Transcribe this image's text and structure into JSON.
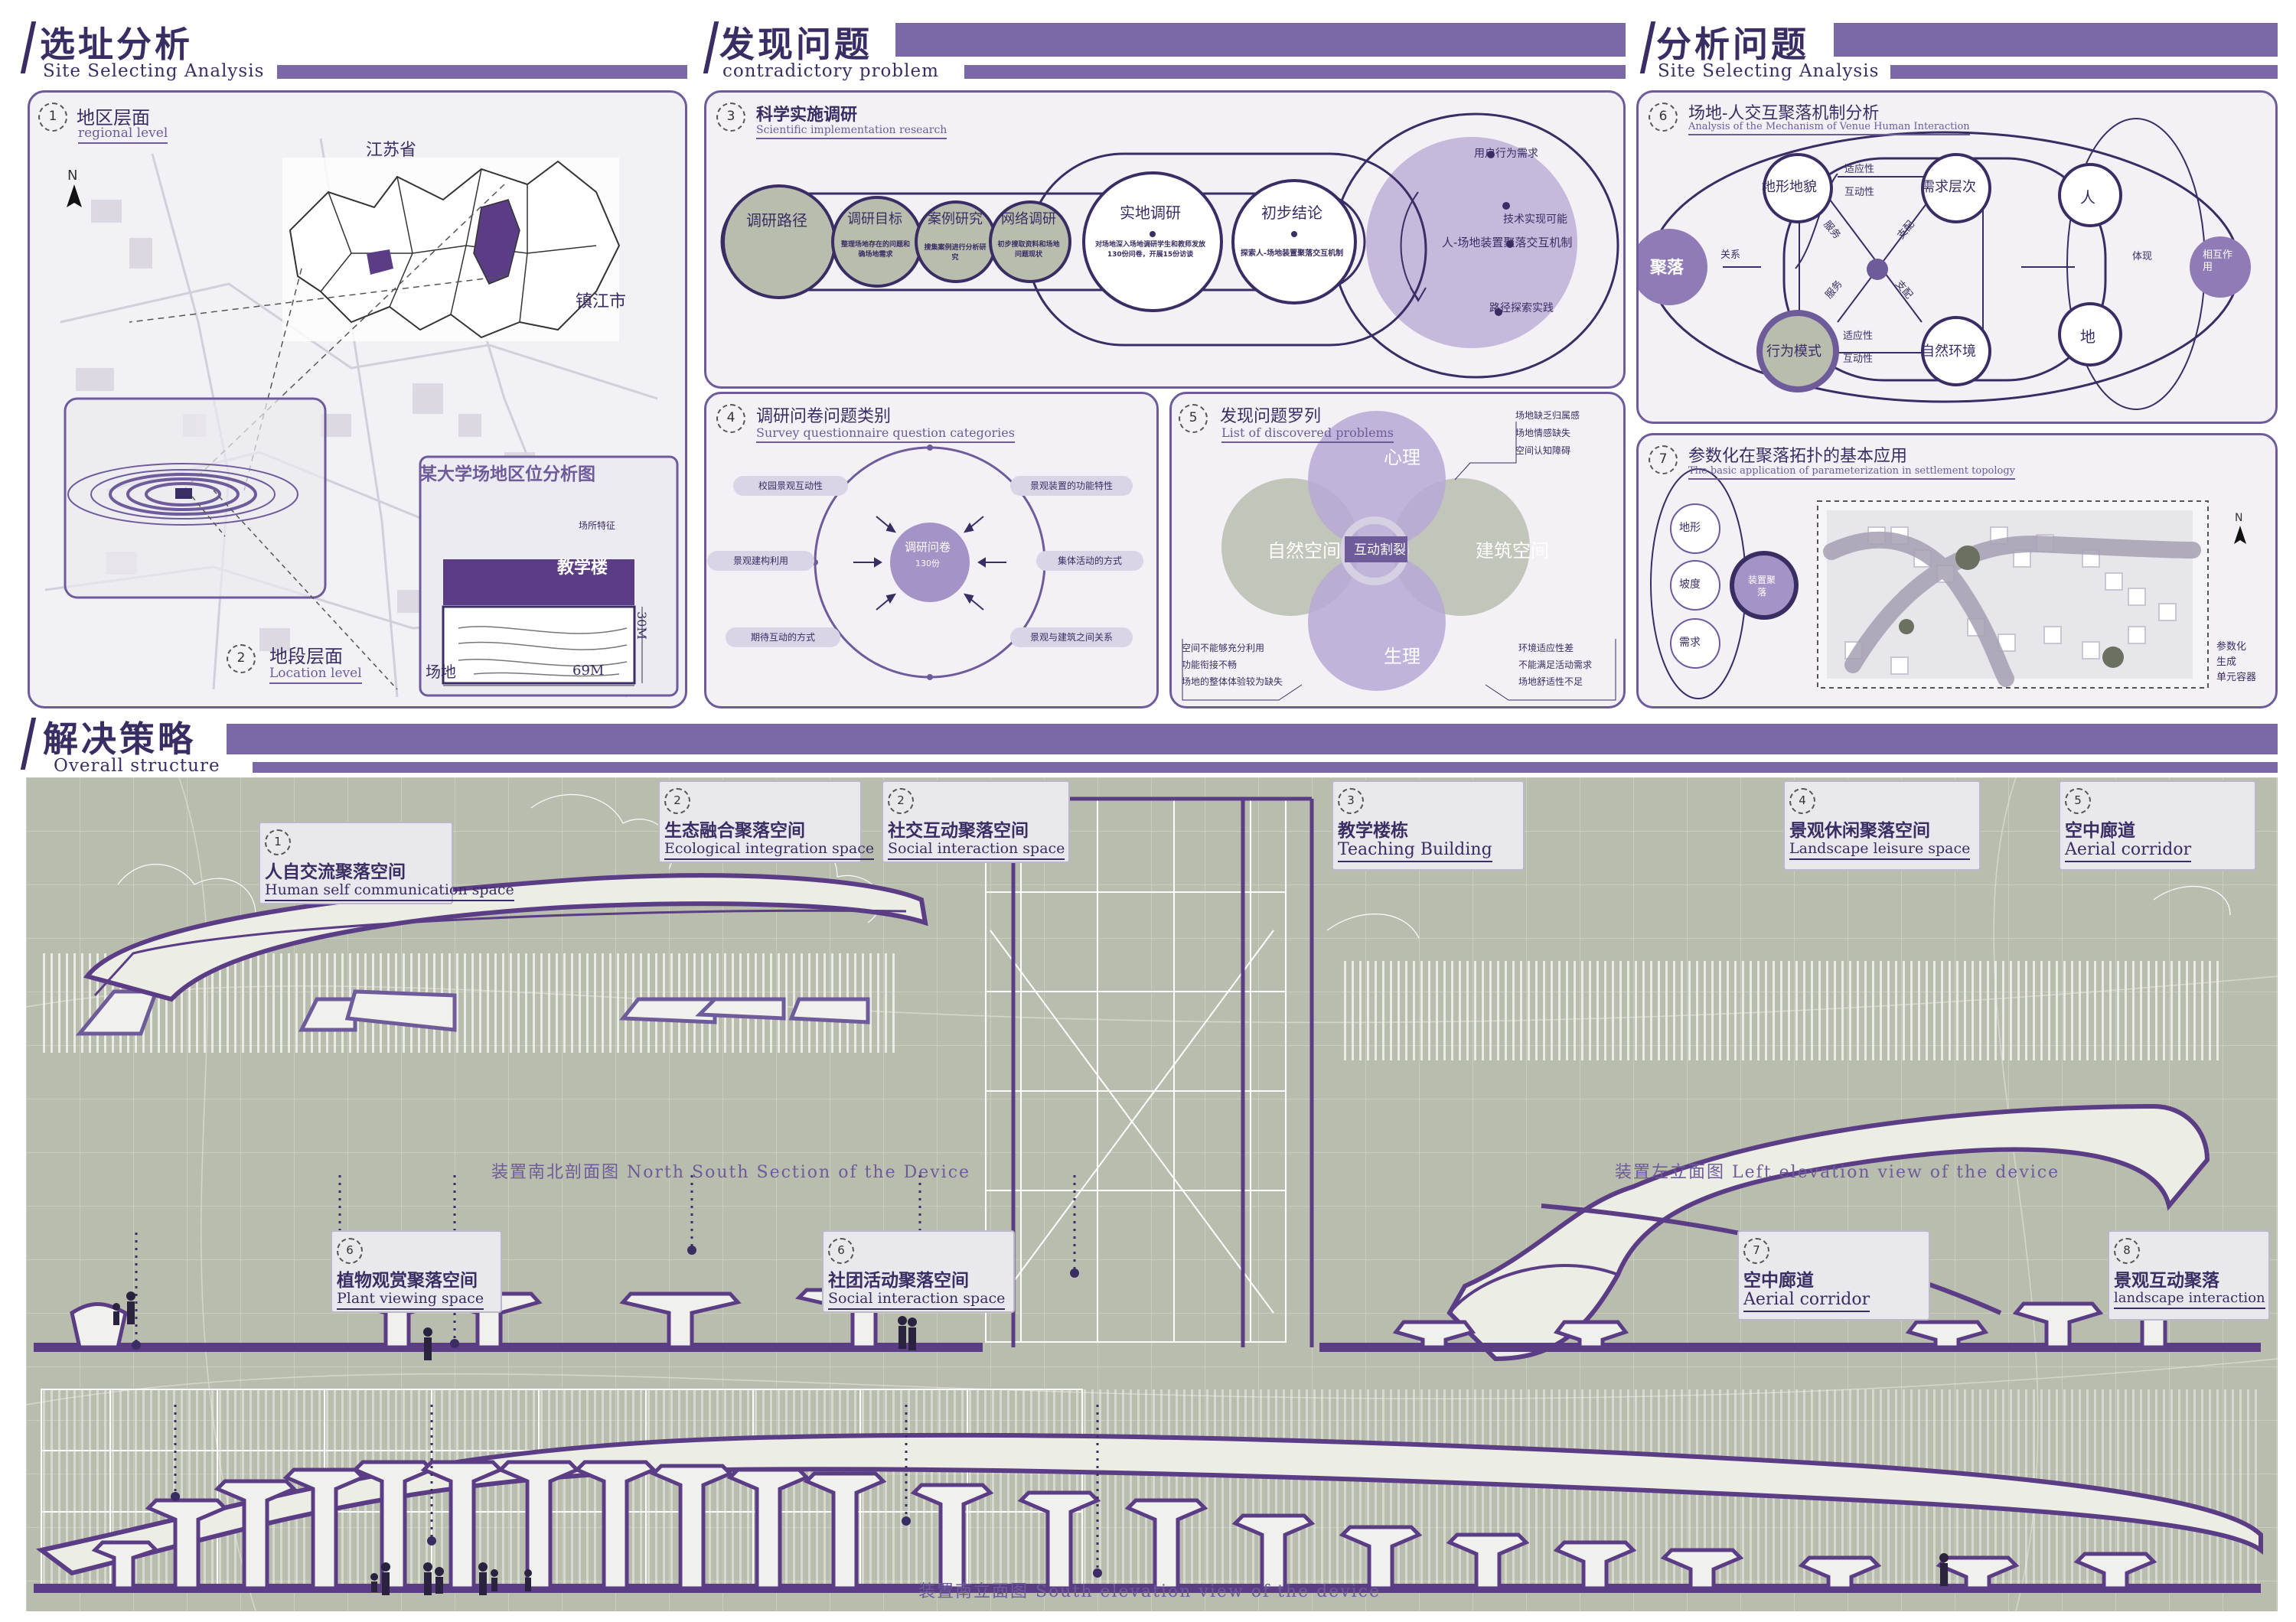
{
  "sections": {
    "site": {
      "title": "选址分析",
      "subtitle": "Site Selecting Analysis"
    },
    "problem": {
      "title": "发现问题",
      "subtitle": "contradictory problem"
    },
    "analysis": {
      "title": "分析问题",
      "subtitle": "Site Selecting Analysis"
    },
    "strategy": {
      "title": "解决策略",
      "subtitle": "Overall structure"
    }
  },
  "panel_site": {
    "regional_num": "1",
    "regional_title": "地区层面",
    "regional_sub": "regional level",
    "province": "江苏省",
    "city": "镇江市",
    "location_num": "2",
    "location_title": "地段层面",
    "location_sub": "Location level",
    "inset_title": "某大学场地区位分析图",
    "inset_feature": "场所特征",
    "inset_building": "教学楼",
    "inset_site": "场地",
    "inset_dim_w": "69M",
    "inset_dim_h": "30M",
    "north": "N"
  },
  "panel_research": {
    "num": "3",
    "title": "科学实施调研",
    "sub": "Scientific implementation research",
    "nodes": [
      {
        "label": "调研路径",
        "desc": ""
      },
      {
        "label": "调研目标",
        "desc": "整理场地存在的问题和确场地需求"
      },
      {
        "label": "案例研究",
        "desc": "搜集案例进行分析研究"
      },
      {
        "label": "网络调研",
        "desc": "初步搜取资料和场地问题现状"
      },
      {
        "label": "实地调研",
        "desc": "对场地深入场地调研学生和教师发放130份问卷，开展15份访谈"
      },
      {
        "label": "初步结论",
        "desc": "探索人-场地装置聚落交互机制"
      }
    ],
    "big": {
      "a": "用户行为需求",
      "b": "技术实现可能",
      "c": "人-场地装置聚落交互机制",
      "d": "路径探索实践"
    }
  },
  "panel_survey": {
    "num": "4",
    "title": "调研问卷问题类别",
    "sub": "Survey questionnaire question categories",
    "center": "调研问卷",
    "center_sub": "130份",
    "items": [
      "校园景观互动性",
      "景观装置的功能特性",
      "景观建构利用",
      "集体活动的方式",
      "期待互动的方式",
      "景观与建筑之间关系"
    ]
  },
  "panel_list": {
    "num": "5",
    "title": "发现问题罗列",
    "sub": "List of discovered problems",
    "top": "心理",
    "left": "自然空间",
    "right": "建筑空间",
    "bottom": "生理",
    "center": "互动割裂",
    "notes_tr": [
      "场地缺乏归属感",
      "场地情感缺失",
      "空间认知障碍"
    ],
    "notes_bl": [
      "空间不能够充分利用",
      "功能衔接不畅",
      "场地的整体体验较为缺失"
    ],
    "notes_br": [
      "环境适应性差",
      "不能满足活动需求",
      "场地舒适性不足"
    ]
  },
  "panel_mech": {
    "num": "6",
    "title": "场地-人交互聚落机制分析",
    "sub": "Analysis of the Mechanism of Venue Human Interaction",
    "n_juluo": "聚落",
    "n_dixing": "地形地貌",
    "n_xuqiu": "需求层次",
    "n_xingwei": "行为模式",
    "n_ziran": "自然环境",
    "n_ren": "人",
    "n_di": "地",
    "n_xianghu": "相互作用",
    "l_guanxi": "关系",
    "l_tixian": "体现",
    "l_shiying": "适应性",
    "l_hudong": "互动性",
    "l_fuwu": "服务",
    "l_zhipei": "支配"
  },
  "panel_param": {
    "num": "7",
    "title": "参数化在聚落拓扑的基本应用",
    "sub": "The basic application of parameterization in settlement topology",
    "items": [
      "地形",
      "坡度",
      "需求"
    ],
    "center": "装置聚落",
    "note": [
      "参数化",
      "生成",
      "单元容器"
    ],
    "north": "N"
  },
  "callouts": [
    {
      "num": "1",
      "cn": "人自交流聚落空间",
      "en": "Human self communication space"
    },
    {
      "num": "2",
      "cn": "生态融合聚落空间",
      "en": "Ecological integration space"
    },
    {
      "num": "2",
      "cn": "社交互动聚落空间",
      "en": "Social interaction space"
    },
    {
      "num": "3",
      "cn": "教学楼栋",
      "en": "Teaching Building"
    },
    {
      "num": "4",
      "cn": "景观休闲聚落空间",
      "en": "Landscape leisure space"
    },
    {
      "num": "5",
      "cn": "空中廊道",
      "en": "Aerial corridor"
    },
    {
      "num": "6",
      "cn": "植物观赏聚落空间",
      "en": "Plant viewing space"
    },
    {
      "num": "6",
      "cn": "社团活动聚落空间",
      "en": "Social interaction space"
    },
    {
      "num": "7",
      "cn": "空中廊道",
      "en": "Aerial corridor"
    },
    {
      "num": "8",
      "cn": "景观互动聚落",
      "en": "landscape interaction"
    }
  ],
  "captions": {
    "ns": "装置南北剖面图   North South Section of the Device",
    "left": "装置左立面图   Left elevation view of the device",
    "south": "装置南立面图   South elevation view of the device"
  },
  "colors": {
    "accent": "#6d5b9a",
    "deep": "#3a2d63",
    "sage": "#b9bdae",
    "light": "#d9d4e6"
  }
}
